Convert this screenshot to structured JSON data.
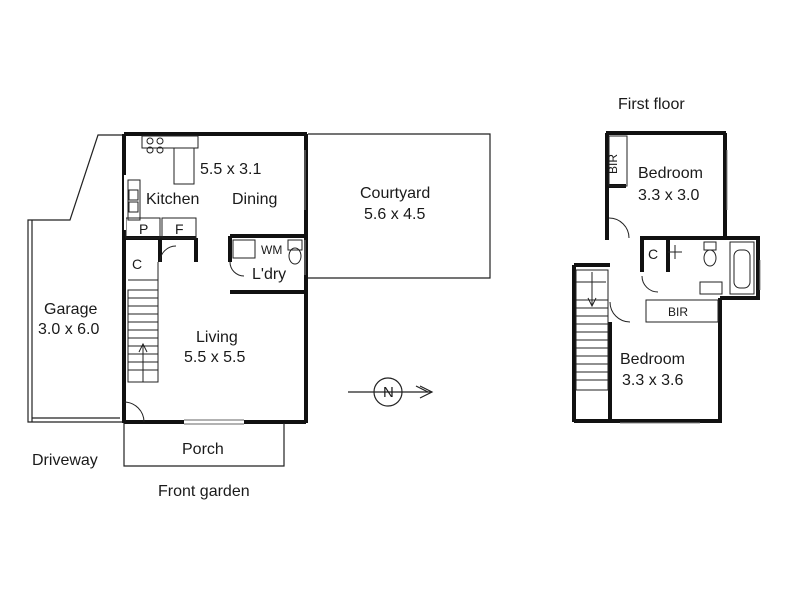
{
  "floors": {
    "first_floor_title": "First floor"
  },
  "rooms": {
    "kitchen": {
      "name": "Kitchen",
      "size": "5.5 x 3.1"
    },
    "dining": {
      "name": "Dining"
    },
    "pantry": {
      "name": "P"
    },
    "fridge": {
      "name": "F"
    },
    "laundry": {
      "name": "L'dry"
    },
    "washing_machine": {
      "name": "WM"
    },
    "cupboard_ground": {
      "name": "C"
    },
    "garage": {
      "name": "Garage",
      "size": "3.0 x 6.0"
    },
    "living": {
      "name": "Living",
      "size": "5.5 x 5.5"
    },
    "porch": {
      "name": "Porch"
    },
    "courtyard": {
      "name": "Courtyard",
      "size": "5.6 x 4.5"
    },
    "driveway": {
      "name": "Driveway"
    },
    "front_garden": {
      "name": "Front garden"
    },
    "bedroom1": {
      "name": "Bedroom",
      "size": "3.3 x 3.0"
    },
    "bir1": {
      "name": "BIR"
    },
    "cupboard_first": {
      "name": "C"
    },
    "bir2": {
      "name": "BIR"
    },
    "bedroom2": {
      "name": "Bedroom",
      "size": "3.3 x 3.6"
    }
  },
  "compass": {
    "label": "N"
  }
}
